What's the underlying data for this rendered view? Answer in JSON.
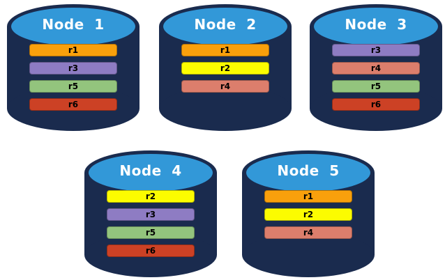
{
  "colors": {
    "background": "#ffffff",
    "cylinder_body": "#1A2B4E",
    "cylinder_top": "#3298D8",
    "node_label_text": "#ffffff",
    "replica_label_text": "#000000",
    "replicas": {
      "r1": "#F9A00C",
      "r2": "#FCFC00",
      "r3": "#8E7CC3",
      "r4": "#DC7E6C",
      "r5": "#93C47D",
      "r6": "#CC4125"
    }
  },
  "nodes": [
    {
      "label": "Node 1",
      "replicas": [
        "r1",
        "r3",
        "r5",
        "r6"
      ]
    },
    {
      "label": "Node 2",
      "replicas": [
        "r1",
        "r2",
        "r4"
      ]
    },
    {
      "label": "Node 3",
      "replicas": [
        "r3",
        "r4",
        "r5",
        "r6"
      ]
    },
    {
      "label": "Node 4",
      "replicas": [
        "r2",
        "r3",
        "r5",
        "r6"
      ]
    },
    {
      "label": "Node 5",
      "replicas": [
        "r1",
        "r2",
        "r4"
      ]
    }
  ]
}
